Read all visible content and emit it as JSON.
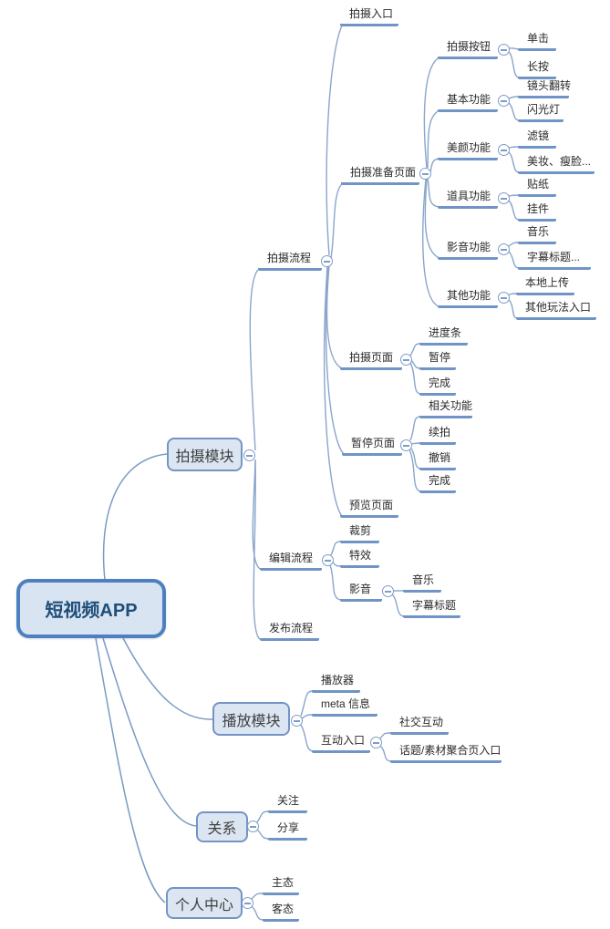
{
  "diagram": {
    "type": "mindmap",
    "title": "短视频APP",
    "colors": {
      "background": "#FFFFFF",
      "root_border": "#4E80BF",
      "root_fill": "#D8E4F1",
      "root_text": "#1F4E79",
      "branch_border": "#7494C4",
      "branch_fill": "#DCE6F2",
      "branch_text": "#3F3F3F",
      "node_text": "#2B2B2B",
      "underline": "#6F94C5",
      "connector_line": "#8AA5CB"
    }
  },
  "nodes": {
    "root": {
      "label": "短视频APP"
    },
    "paishe_mokuai": {
      "label": "拍摄模块"
    },
    "paishe_liucheng": {
      "label": "拍摄流程"
    },
    "paishe_rukou": {
      "label": "拍摄入口"
    },
    "paishe_zhunbei": {
      "label": "拍摄准备页面"
    },
    "paishe_anniu": {
      "label": "拍摄按钮"
    },
    "danji": {
      "label": "单击"
    },
    "changan": {
      "label": "长按"
    },
    "jiben_gongneng": {
      "label": "基本功能"
    },
    "jingtou_fanzhuan": {
      "label": "镜头翻转"
    },
    "shanguangdeng": {
      "label": "闪光灯"
    },
    "meiyan_gongneng": {
      "label": "美颜功能"
    },
    "lvjing": {
      "label": "滤镜"
    },
    "meizhuang_shoulian": {
      "label": "美妆、瘦脸..."
    },
    "daoju_gongneng": {
      "label": "道具功能"
    },
    "tiezhi": {
      "label": "贴纸"
    },
    "guajian": {
      "label": "挂件"
    },
    "yingyin_gongneng": {
      "label": "影音功能"
    },
    "yinyue_1": {
      "label": "音乐"
    },
    "zimu_biaoti_1": {
      "label": "字幕标题..."
    },
    "qita_gongneng": {
      "label": "其他功能"
    },
    "bendi_shangchuan": {
      "label": "本地上传"
    },
    "qita_wanfa_rukou": {
      "label": "其他玩法入口"
    },
    "paishe_yemian": {
      "label": "拍摄页面"
    },
    "jindutiao": {
      "label": "进度条"
    },
    "zanting": {
      "label": "暂停"
    },
    "wancheng_1": {
      "label": "完成"
    },
    "zanting_yemian": {
      "label": "暂停页面"
    },
    "xiangguan_gongneng": {
      "label": "相关功能"
    },
    "xupai": {
      "label": "续拍"
    },
    "chexiao": {
      "label": "撤销"
    },
    "wancheng_2": {
      "label": "完成"
    },
    "yulan_yemian": {
      "label": "预览页面"
    },
    "bianji_liucheng": {
      "label": "编辑流程"
    },
    "caijian": {
      "label": "裁剪"
    },
    "texiao": {
      "label": "特效"
    },
    "yingyin": {
      "label": "影音"
    },
    "yinyue_2": {
      "label": "音乐"
    },
    "zimu_biaoti_2": {
      "label": "字幕标题"
    },
    "fabu_liucheng": {
      "label": "发布流程"
    },
    "bofang_mokuai": {
      "label": "播放模块"
    },
    "bofangqi": {
      "label": "播放器"
    },
    "meta_xinxi": {
      "label": "meta 信息"
    },
    "hudong_rukou": {
      "label": "互动入口"
    },
    "shejiao_hudong": {
      "label": "社交互动"
    },
    "huati_sucai_rukou": {
      "label": "话题/素材聚合页入口"
    },
    "guanxi": {
      "label": "关系"
    },
    "guanzhu": {
      "label": "关注"
    },
    "fenxiang": {
      "label": "分享"
    },
    "geren_zhongxin": {
      "label": "个人中心"
    },
    "zhutai": {
      "label": "主态"
    },
    "ketai": {
      "label": "客态"
    }
  },
  "hierarchy": {
    "root": [
      "paishe_mokuai",
      "bofang_mokuai",
      "guanxi",
      "geren_zhongxin"
    ],
    "paishe_mokuai": [
      "paishe_liucheng",
      "bianji_liucheng",
      "fabu_liucheng"
    ],
    "paishe_liucheng": [
      "paishe_rukou",
      "paishe_zhunbei",
      "paishe_yemian",
      "zanting_yemian",
      "yulan_yemian"
    ],
    "paishe_zhunbei": [
      "paishe_anniu",
      "jiben_gongneng",
      "meiyan_gongneng",
      "daoju_gongneng",
      "yingyin_gongneng",
      "qita_gongneng"
    ],
    "paishe_anniu": [
      "danji",
      "changan"
    ],
    "jiben_gongneng": [
      "jingtou_fanzhuan",
      "shanguangdeng"
    ],
    "meiyan_gongneng": [
      "lvjing",
      "meizhuang_shoulian"
    ],
    "daoju_gongneng": [
      "tiezhi",
      "guajian"
    ],
    "yingyin_gongneng": [
      "yinyue_1",
      "zimu_biaoti_1"
    ],
    "qita_gongneng": [
      "bendi_shangchuan",
      "qita_wanfa_rukou"
    ],
    "paishe_yemian": [
      "jindutiao",
      "zanting",
      "wancheng_1"
    ],
    "zanting_yemian": [
      "xiangguan_gongneng",
      "xupai",
      "chexiao",
      "wancheng_2"
    ],
    "bianji_liucheng": [
      "caijian",
      "texiao",
      "yingyin"
    ],
    "yingyin": [
      "yinyue_2",
      "zimu_biaoti_2"
    ],
    "bofang_mokuai": [
      "bofangqi",
      "meta_xinxi",
      "hudong_rukou"
    ],
    "hudong_rukou": [
      "shejiao_hudong",
      "huati_sucai_rukou"
    ],
    "guanxi": [
      "guanzhu",
      "fenxiang"
    ],
    "geren_zhongxin": [
      "zhutai",
      "ketai"
    ]
  }
}
